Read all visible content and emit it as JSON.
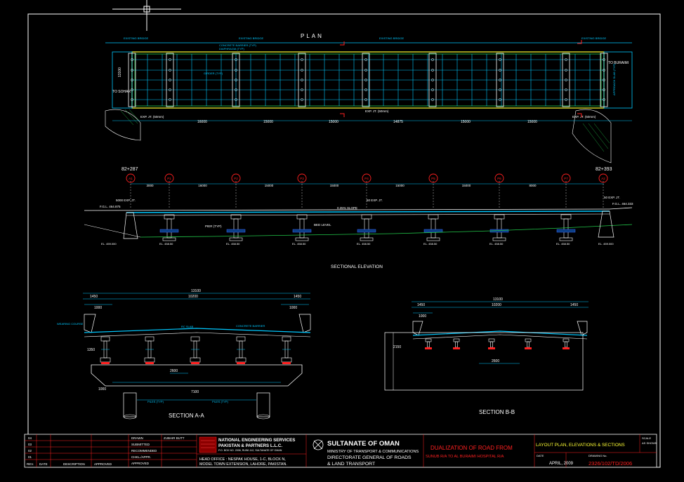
{
  "colors": {
    "background": "#000000",
    "line": "#ffffff",
    "cyan": "#00c8ff",
    "yellow": "#ffff33",
    "green": "#22c84a",
    "red": "#ff2020",
    "magenta": "#ff40ff",
    "blue": "#3d6bff"
  },
  "plan": {
    "title": "PLAN",
    "left_label": "TO SOHAR",
    "right_label": "TO BURAIMI",
    "width_dim": "13100",
    "spans": [
      "16000",
      "15000",
      "15000",
      "14875",
      "15000",
      "15000"
    ],
    "joint_left": "EXP. JT. (50mm)",
    "joint_mid": "EXP. JT. (50mm)",
    "joint_right": "EXP. JT. (50mm)",
    "note1": "EXISTING BRIDGE",
    "note2": "CONCRETE BARRIER (TYP)",
    "note3": "DIAPHRAGM (TYP)",
    "note4": "GIRDER (TYP)",
    "note5": "APPROACH SLAB (TYP)"
  },
  "elevation": {
    "title": "SECTIONAL ELEVATION",
    "ch_left": "82+287",
    "ch_right": "82+393",
    "piers": [
      "A1",
      "P1",
      "P2",
      "P3",
      "P4",
      "P5",
      "P6",
      "P7",
      "A2"
    ],
    "spans": [
      "3000",
      "16000",
      "15000",
      "15000",
      "15000",
      "15000",
      "8000"
    ],
    "exp_left": "5000  EXP. JT.",
    "exp_mid": "50  EXP. JT.",
    "exp_right": "50  EXP. JT.",
    "fgl_left": "F.G.L. 464.875",
    "fgl_right": "F.G.L. 464.333",
    "slope": "0.35% SLOPE",
    "pier_label": "PIER (TYP)",
    "bed_level": "BED LEVEL",
    "levels": [
      "EL. 459.000",
      "EL. 458.50",
      "EL. 458.50",
      "EL. 458.50",
      "EL. 458.50",
      "EL. 458.50",
      "EL. 458.50",
      "EL. 458.50",
      "EL. 459.000"
    ]
  },
  "section_aa": {
    "title": "SECTION A-A",
    "overall": "13100",
    "left_edge": "1450",
    "center": "10200",
    "right_edge": "1450",
    "kerb": "1000",
    "spacing": "2600",
    "depth": "1350",
    "cap_width": "7100",
    "cap_left": "1000",
    "pile_note": "PILES (TYP)",
    "pile_note2": "PILES (TYP)",
    "wearing": "WEARING COURSE",
    "slab": "RC SLAB",
    "barrier": "CONCRETE BARRIER"
  },
  "section_bb": {
    "title": "SECTION B-B",
    "overall": "13100",
    "left_edge": "1450",
    "center": "10200",
    "right_edge": "1450",
    "kerb": "1000",
    "spacing": "2600",
    "height": "2150"
  },
  "title_block": {
    "revisions": [
      {
        "rev": "04"
      },
      {
        "rev": "03"
      },
      {
        "rev": "02"
      },
      {
        "rev": "01"
      }
    ],
    "rev_hdr": "REV.",
    "date_hdr": "DATE",
    "desc_hdr": "DESCRIPTION",
    "appr_hdr": "APPROVED",
    "roles": [
      "DRAWN",
      "SUBMITTED",
      "RECOMMENDED",
      "CHKL./APPR.",
      "APPROVED"
    ],
    "drawn_by": "ZUBAIR BUTT",
    "firm_line1": "NATIONAL ENGINEERING SERVICES",
    "firm_line2": "PAKISTAN & PARTNERS L.L.C.",
    "firm_line3": "P.O. BOX NO. 2006, RUWI-112, SULTANATE OF OMAN",
    "head_office1": "HEAD OFFICE : NESPAK HOUSE, 1-C, BLOCK N,",
    "head_office2": "MODEL TOWN EXTENSION, LAHORE, PAKISTAN.",
    "client_title": "SULTANATE OF OMAN",
    "client_line1": "MINISTRY OF TRANSPORT & COMMUNICATIONS",
    "client_line2": "DIRECTORATE GENERAL OF ROADS",
    "client_line3": "& LAND TRANSPORT",
    "project1": "DUALIZATION OF ROAD FROM",
    "project2": "SUNUB R/A TO AL BURAIMI HOSPITAL R/A",
    "drawing_title": "LAYOUT PLAN, ELEVATIONS & SECTIONS",
    "scale_label": "SCALE",
    "scale_value": "AS SHOWN",
    "date_label": "DATE",
    "date_value": "APRIL, 2009",
    "drawing_no_label": "DRAWING No.",
    "drawing_no": "2326/102/TD/2006"
  }
}
